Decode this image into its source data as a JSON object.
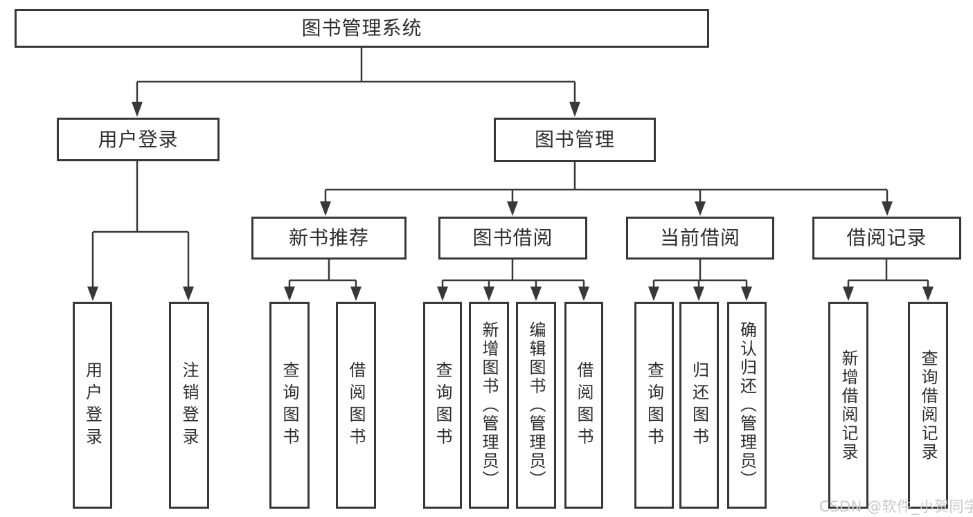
{
  "diagram": {
    "title": "图书管理系统",
    "level2": [
      {
        "label": "用户登录"
      },
      {
        "label": "图书管理"
      }
    ],
    "level3": [
      {
        "label": "新书推荐"
      },
      {
        "label": "图书借阅"
      },
      {
        "label": "当前借阅"
      },
      {
        "label": "借阅记录"
      }
    ],
    "level4": [
      {
        "label": "用户登录"
      },
      {
        "label": "注销登录"
      },
      {
        "label": "查询图书"
      },
      {
        "label": "借阅图书"
      },
      {
        "label": "查询图书"
      },
      {
        "label": "新增图书（管理员）"
      },
      {
        "label": "编辑图书（管理员）"
      },
      {
        "label": "借阅图书"
      },
      {
        "label": "查询图书"
      },
      {
        "label": "归还图书"
      },
      {
        "label": "确认归还（管理员）"
      },
      {
        "label": "新增借阅记录"
      },
      {
        "label": "查询借阅记录"
      }
    ]
  },
  "watermark": {
    "text": "CSDN @软件_小贺同学"
  },
  "colors": {
    "line": "#383838",
    "box_border": "#383838",
    "box_fill": "#ffffff",
    "text": "#2d2d2d",
    "watermark": "#c8c8c8"
  }
}
